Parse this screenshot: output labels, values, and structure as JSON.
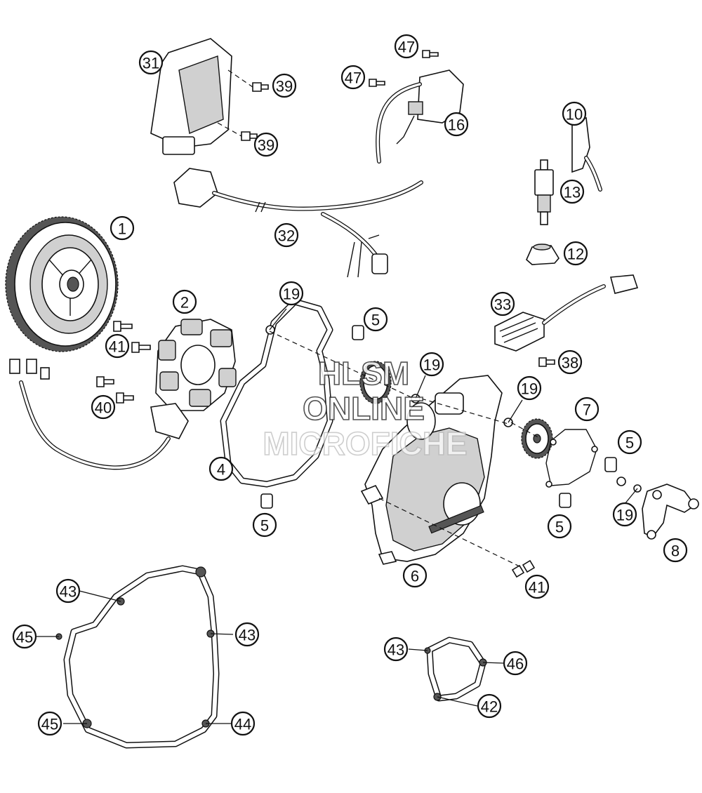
{
  "watermark": {
    "line1": "HLSM",
    "line2": "ONLINE",
    "line3": "MICROFICHE"
  },
  "callouts": [
    {
      "id": "c1",
      "label": "1"
    },
    {
      "id": "c2",
      "label": "2"
    },
    {
      "id": "c4",
      "label": "4"
    },
    {
      "id": "c5a",
      "label": "5"
    },
    {
      "id": "c5b",
      "label": "5"
    },
    {
      "id": "c5c",
      "label": "5"
    },
    {
      "id": "c5d",
      "label": "5"
    },
    {
      "id": "c6",
      "label": "6"
    },
    {
      "id": "c7",
      "label": "7"
    },
    {
      "id": "c8",
      "label": "8"
    },
    {
      "id": "c10",
      "label": "10"
    },
    {
      "id": "c12",
      "label": "12"
    },
    {
      "id": "c13",
      "label": "13"
    },
    {
      "id": "c16",
      "label": "16"
    },
    {
      "id": "c19a",
      "label": "19"
    },
    {
      "id": "c19b",
      "label": "19"
    },
    {
      "id": "c19c",
      "label": "19"
    },
    {
      "id": "c19d",
      "label": "19"
    },
    {
      "id": "c31",
      "label": "31"
    },
    {
      "id": "c32",
      "label": "32"
    },
    {
      "id": "c33",
      "label": "33"
    },
    {
      "id": "c38",
      "label": "38"
    },
    {
      "id": "c39a",
      "label": "39"
    },
    {
      "id": "c39b",
      "label": "39"
    },
    {
      "id": "c40",
      "label": "40"
    },
    {
      "id": "c41a",
      "label": "41"
    },
    {
      "id": "c41b",
      "label": "41"
    },
    {
      "id": "c42",
      "label": "42"
    },
    {
      "id": "c43a",
      "label": "43"
    },
    {
      "id": "c43b",
      "label": "43"
    },
    {
      "id": "c43c",
      "label": "43"
    },
    {
      "id": "c44",
      "label": "44"
    },
    {
      "id": "c45a",
      "label": "45"
    },
    {
      "id": "c45b",
      "label": "45"
    },
    {
      "id": "c46",
      "label": "46"
    },
    {
      "id": "c47a",
      "label": "47"
    },
    {
      "id": "c47b",
      "label": "47"
    }
  ]
}
